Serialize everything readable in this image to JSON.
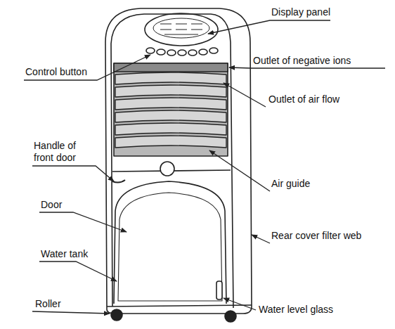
{
  "diagram": {
    "labels": [
      "Display panel",
      "Control button",
      "Outlet of negative ions",
      "Outlet of air flow",
      "Handle of front door",
      "Air guide",
      "Door",
      "Rear cover filter web",
      "Water tank",
      "Roller",
      "Water level glass"
    ]
  }
}
